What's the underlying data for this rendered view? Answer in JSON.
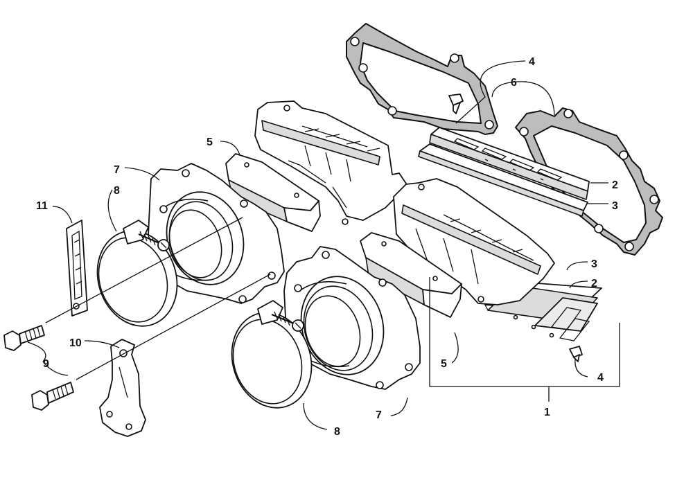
{
  "callouts": {
    "c1": "1",
    "c2a": "2",
    "c2b": "2",
    "c3a": "3",
    "c3b": "3",
    "c4a": "4",
    "c4b": "4",
    "c5a": "5",
    "c5b": "5",
    "c6": "6",
    "c7a": "7",
    "c7b": "7",
    "c8a": "8",
    "c8b": "8",
    "c9": "9",
    "c10": "10",
    "c11": "11"
  }
}
